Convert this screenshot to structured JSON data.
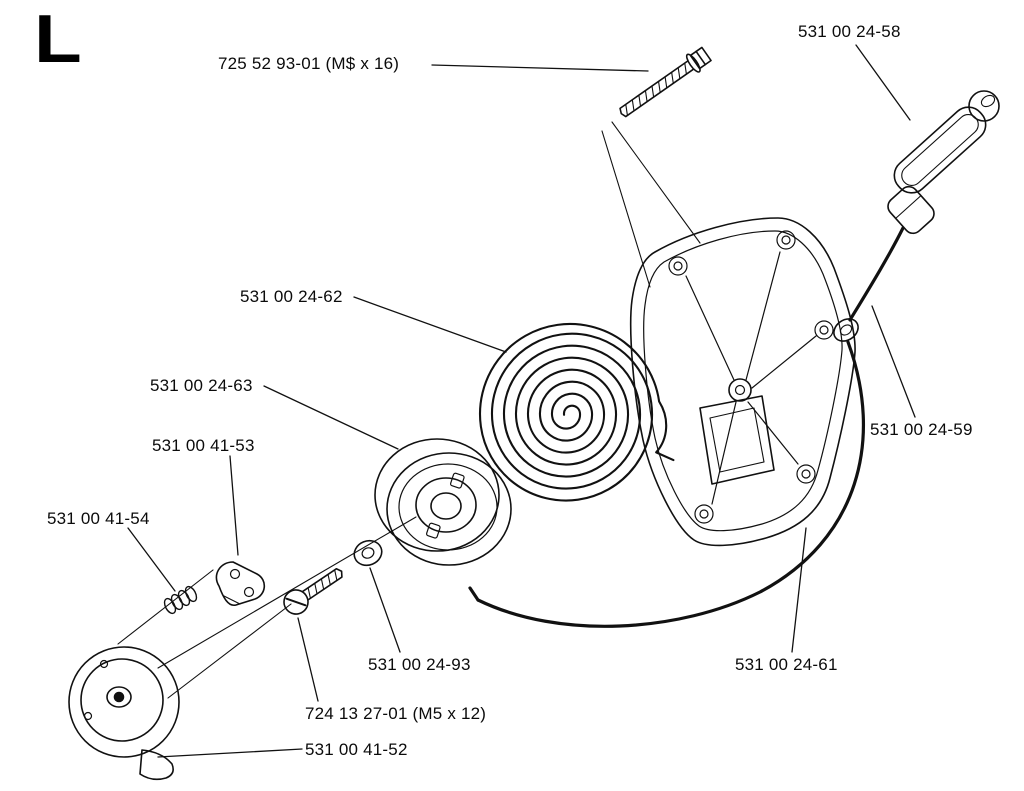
{
  "diagram": {
    "section_letter": "L",
    "labels": [
      {
        "part": "725 52 93-01",
        "text": "725 52 93-01 (M$ x 16)"
      },
      {
        "part": "531 00 24-58",
        "text": "531 00 24-58"
      },
      {
        "part": "531 00 24-62",
        "text": "531 00 24-62"
      },
      {
        "part": "531 00 24-63",
        "text": "531 00 24-63"
      },
      {
        "part": "531 00 41-53",
        "text": "531 00 41-53"
      },
      {
        "part": "531 00 41-54",
        "text": "531 00 41-54"
      },
      {
        "part": "531 00 24-59",
        "text": "531 00 24-59"
      },
      {
        "part": "531 00 24-93",
        "text": "531 00 24-93"
      },
      {
        "part": "724 13 27-01",
        "text": "724 13 27-01 (M5 x 12)"
      },
      {
        "part": "531 00 41-52",
        "text": "531 00 41-52"
      },
      {
        "part": "531 00 24-61",
        "text": "531 00 24-61"
      }
    ],
    "colors": {
      "ink": "#111111",
      "background": "#ffffff"
    }
  }
}
